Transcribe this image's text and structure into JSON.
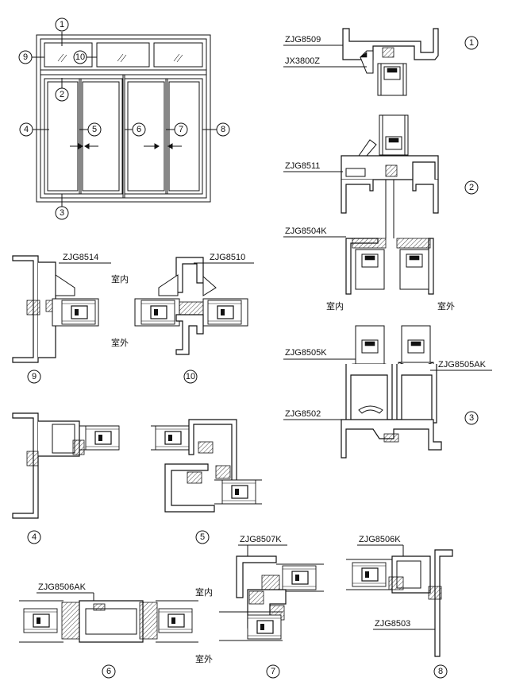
{
  "elevation": {
    "markers": [
      "1",
      "2",
      "3",
      "4",
      "5",
      "6",
      "7",
      "8",
      "9",
      "10"
    ]
  },
  "details": {
    "d1": {
      "marker": "1",
      "profiles": [
        "ZJG8509",
        "JX3800Z"
      ]
    },
    "d2": {
      "marker": "2",
      "profiles": [
        "ZJG8511",
        "ZJG8504K"
      ],
      "indoor": "室内",
      "outdoor": "室外"
    },
    "d3": {
      "marker": "3",
      "profiles": [
        "ZJG8505K",
        "ZJG8505AK",
        "ZJG8502"
      ]
    },
    "d9": {
      "marker": "9",
      "profiles": [
        "ZJG8514"
      ]
    },
    "d10": {
      "marker": "10",
      "profiles": [
        "ZJG8510"
      ],
      "indoor": "室内",
      "outdoor": "室外"
    },
    "d4": {
      "marker": "4"
    },
    "d5": {
      "marker": "5"
    },
    "d6": {
      "marker": "6",
      "profiles": [
        "ZJG8506AK"
      ],
      "indoor": "室内",
      "outdoor": "室外"
    },
    "d7": {
      "marker": "7",
      "profiles": [
        "ZJG8507K"
      ]
    },
    "d8": {
      "marker": "8",
      "profiles": [
        "ZJG8506K",
        "ZJG8503"
      ]
    }
  }
}
